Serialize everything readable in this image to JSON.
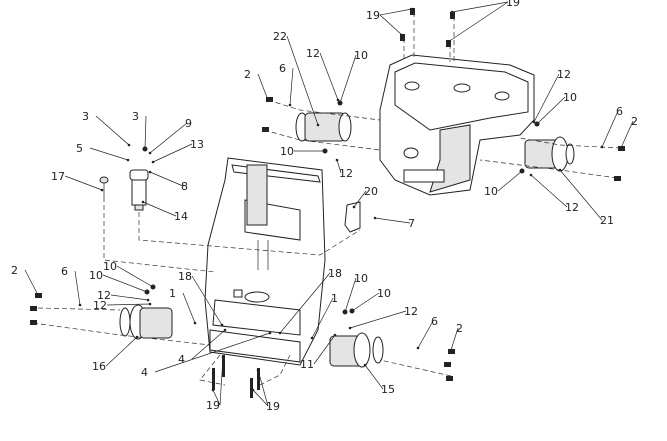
{
  "diagram": {
    "type": "exploded parts diagram",
    "callouts": [
      "19",
      "19",
      "22",
      "12",
      "10",
      "2",
      "6",
      "12",
      "10",
      "6",
      "2",
      "3",
      "3",
      "9",
      "5",
      "13",
      "8",
      "17",
      "14",
      "10",
      "12",
      "10",
      "12",
      "21",
      "20",
      "7",
      "2",
      "6",
      "10",
      "10",
      "12",
      "12",
      "18",
      "18",
      "1",
      "1",
      "10",
      "10",
      "12",
      "6",
      "2",
      "16",
      "4",
      "4",
      "11",
      "15",
      "19",
      "19"
    ]
  }
}
